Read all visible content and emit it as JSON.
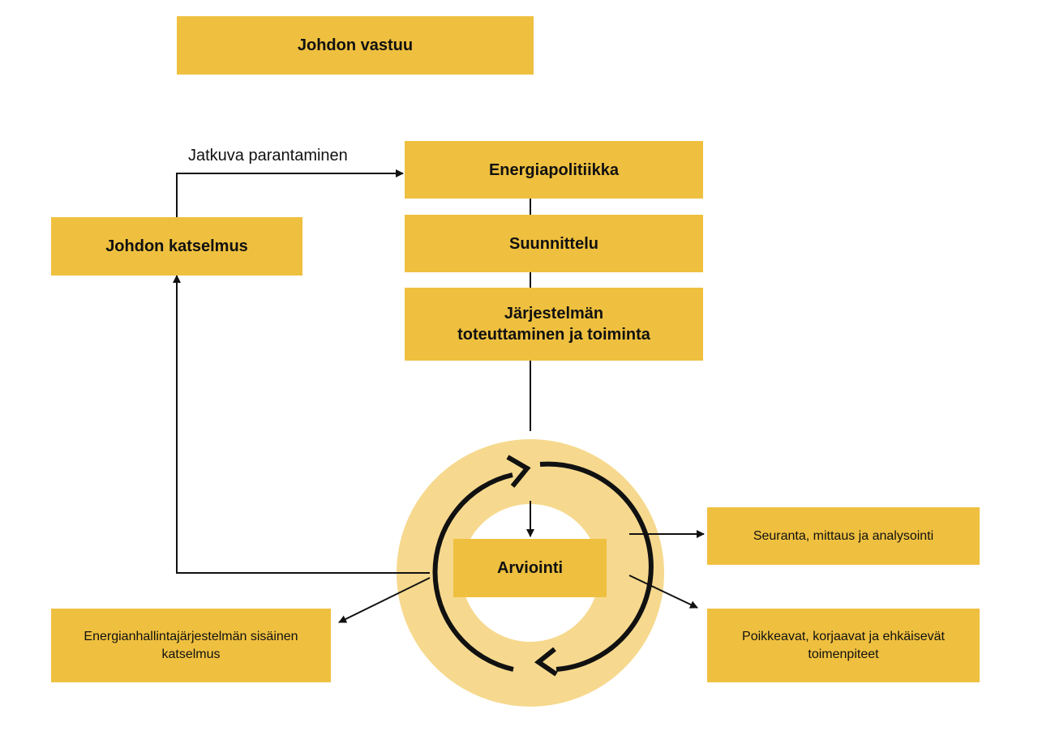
{
  "title_box": "Johdon vastuu",
  "loop_label": "Jatkuva parantaminen",
  "boxes": {
    "energy_policy": "Energiapolitiikka",
    "planning": "Suunnittelu",
    "implementation_line1": "Järjestelmän",
    "implementation_line2": "toteuttaminen ja toiminta",
    "management_review": "Johdon katselmus",
    "evaluation": "Arviointi",
    "monitoring": "Seuranta, mittaus ja analysointi",
    "internal_audit_line1": "Energianhallintajärjestelmän sisäinen",
    "internal_audit_line2": "katselmus",
    "corrective_line1": "Poikkeavat, korjaavat ja ehkäisevät",
    "corrective_line2": "toimenpiteet"
  },
  "colors": {
    "box": "#efc03f",
    "ring": "#f6d98e",
    "line": "#111111"
  }
}
